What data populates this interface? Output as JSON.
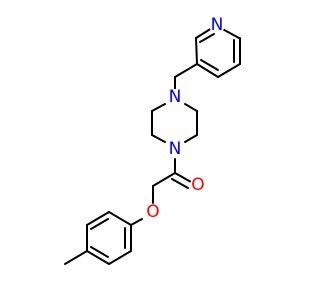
{
  "molecule": {
    "atoms": {
      "pyridine_n": {
        "symbol": "N",
        "color": "#0000ff"
      },
      "piperazine_n_top": {
        "symbol": "N",
        "color": "#0000ff"
      },
      "piperazine_n_bottom": {
        "symbol": "N",
        "color": "#0000ff"
      },
      "carbonyl_o": {
        "symbol": "O",
        "color": "#ff0000"
      },
      "ether_o": {
        "symbol": "O",
        "color": "#ff0000"
      }
    },
    "bond_color": "#000000"
  }
}
